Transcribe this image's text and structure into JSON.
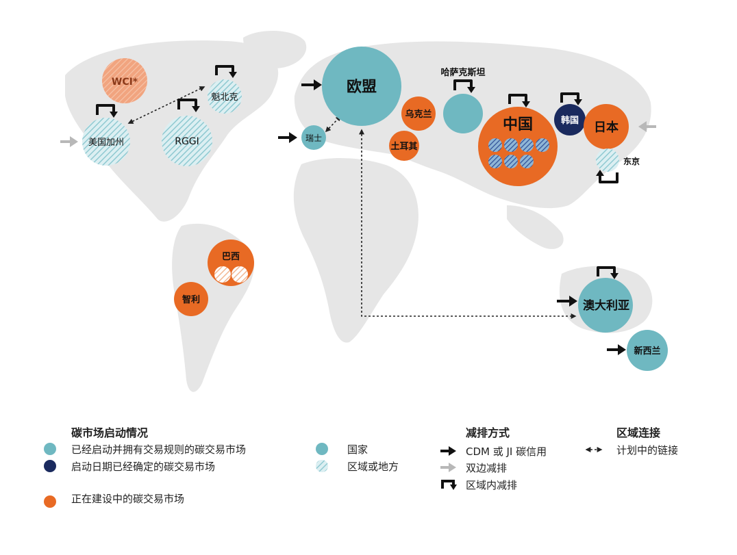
{
  "colors": {
    "implemented": "#6fb8c1",
    "scheduled": "#1a2a5e",
    "considered": "#e86a24",
    "subnational_fill": "#dceff2",
    "subnational_stripe": "#8fc9d1",
    "wci": "#f1a47f",
    "land": "#e6e6e6",
    "arrow_black": "#111111",
    "arrow_gray": "#b8b8b8"
  },
  "markets": [
    {
      "id": "wci",
      "label": "WCI*",
      "kind": "wci"
    },
    {
      "id": "california",
      "label": "美国加州",
      "kind": "subnational"
    },
    {
      "id": "rggi",
      "label": "RGGI",
      "kind": "subnational"
    },
    {
      "id": "quebec",
      "label": "魁北克",
      "kind": "subnational"
    },
    {
      "id": "eu",
      "label": "欧盟",
      "kind": "implemented"
    },
    {
      "id": "switzerland",
      "label": "瑞士",
      "kind": "implemented"
    },
    {
      "id": "ukraine",
      "label": "乌克兰",
      "kind": "considered"
    },
    {
      "id": "turkey",
      "label": "土耳其",
      "kind": "considered"
    },
    {
      "id": "kazakhstan",
      "label": "哈萨克斯坦",
      "kind": "implemented"
    },
    {
      "id": "china",
      "label": "中国",
      "kind": "considered"
    },
    {
      "id": "korea",
      "label": "韩国",
      "kind": "scheduled"
    },
    {
      "id": "japan",
      "label": "日本",
      "kind": "considered"
    },
    {
      "id": "tokyo",
      "label": "东京",
      "kind": "subnational"
    },
    {
      "id": "brazil",
      "label": "巴西",
      "kind": "considered"
    },
    {
      "id": "chile",
      "label": "智利",
      "kind": "considered"
    },
    {
      "id": "australia",
      "label": "澳大利亚",
      "kind": "implemented"
    },
    {
      "id": "newzealand",
      "label": "新西兰",
      "kind": "implemented"
    }
  ],
  "legend": {
    "status": {
      "title": "碳市场启动情况",
      "implemented": "已经启动并拥有交易规则的碳交易市场",
      "scheduled": "启动日期已经确定的碳交易市场",
      "considered": "正在建设中的碳交易市场"
    },
    "scope": {
      "national": "国家",
      "subnational": "区域或地方"
    },
    "mechanism": {
      "title": "减排方式",
      "cdm_ji": "CDM 或 JI 碳信用",
      "bilateral": "双边减排",
      "domestic": "区域内减排"
    },
    "linking": {
      "title": "区域连接",
      "planned": "计划中的链接"
    }
  }
}
